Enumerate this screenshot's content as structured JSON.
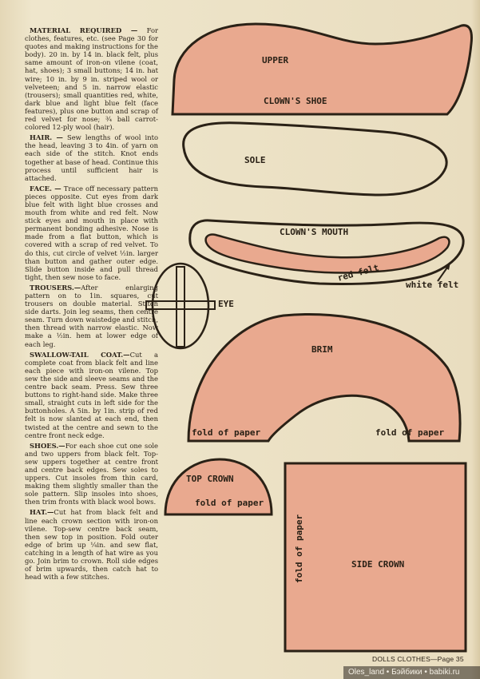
{
  "instructions": {
    "material_heading": "MATERIAL REQUIRED —",
    "material_text": "For clothes, features, etc. (see Page 30 for quotes and making instructions for the body). 20 in. by 14 in. black felt, plus same amount of iron-on vilene (coat, hat, shoes); 3 small buttons; 14 in. hat wire; 10 in. by 9 in. striped wool or velveteen; and 5 in. narrow elastic (trousers); small quantities red, white, dark blue and light blue felt (face features), plus one button and scrap of red velvet for nose; ¾ ball carrot-colored 12-ply wool (hair).",
    "hair_heading": "HAIR. —",
    "hair_text": "Sew lengths of wool into the head, leaving 3 to 4in. of yarn on each side of the stitch. Knot ends together at base of head. Continue this process until sufficient hair is attached.",
    "face_heading": "FACE. —",
    "face_text": "Trace off necessary pattern pieces opposite. Cut eyes from dark blue felt with light blue crosses and mouth from white and red felt. Now stick eyes and mouth in place with permanent bonding adhesive. Nose is made from a flat button, which is covered with a scrap of red velvet. To do this, cut circle of velvet ½in. larger than button and gather outer edge. Slide button inside and pull thread tight, then sew nose to face.",
    "trousers_heading": "TROUSERS.—",
    "trousers_text": "After enlarging pattern on to 1in. squares, cut trousers on double material. Stitch side darts. Join leg seams, then centre seam. Turn down waistedge and stitch, then thread with narrow elastic. Now make a ½in. hem at lower edge of each leg.",
    "coat_heading": "SWALLOW-TAIL COAT.—",
    "coat_text": "Cut a complete coat from black felt and line each piece with iron-on vilene. Top sew the side and sleeve seams and the centre back seam. Press. Sew three buttons to right-hand side. Make three small, straight cuts in left side for the buttonholes. A 5in. by 1in. strip of red felt is now slanted at each end, then twisted at the centre and sewn to the centre front neck edge.",
    "shoes_heading": "SHOES.—",
    "shoes_text": "For each shoe cut one sole and two uppers from black felt. Top-sew uppers together at centre front and centre back edges. Sew soles to uppers. Cut insoles from thin card, making them slightly smaller than the sole pattern. Slip insoles into shoes, then trim fronts with black wool bows.",
    "hat_heading": "HAT.—",
    "hat_text": "Cut hat from black felt and line each crown section with iron-on vilene. Top-sew centre back seam, then sew top in position. Fold outer edge of brim up ¼in. and sew flat, catching in a length of hat wire as you go. Join brim to crown. Roll side edges of brim upwards, then catch hat to head with a few stitches."
  },
  "patterns": {
    "upper": "UPPER",
    "clowns_shoe": "CLOWN'S SHOE",
    "sole": "SOLE",
    "clowns_mouth": "CLOWN'S MOUTH",
    "red_felt": "red felt",
    "white_felt": "white felt",
    "eye": "EYE",
    "brim": "BRIM",
    "fold_left": "fold of paper",
    "fold_right": "fold of paper",
    "top_crown": "TOP CROWN",
    "top_crown_fold": "fold of paper",
    "side_crown_fold": "fold of paper",
    "side_crown": "SIDE CROWN"
  },
  "footer": "DOLLS CLOTHES—Page 35",
  "watermark": "Oles_land • Бэйбики • babiki.ru",
  "colors": {
    "paper": "#ece2c6",
    "pattern_fill": "#e9a98f",
    "outline": "#2a2116"
  }
}
